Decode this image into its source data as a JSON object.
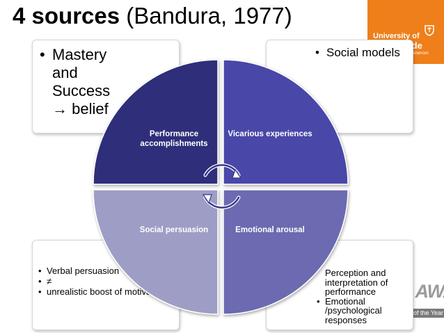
{
  "header": {
    "title_bold": "4 sources",
    "title_rest": " (Bandura, 1977)"
  },
  "logo": {
    "line1": "University of",
    "line2": "Strathclyde",
    "line3": "Humanities & Social Sciences"
  },
  "awards": {
    "line1": "THE AWARDS",
    "line2": "University of the Year"
  },
  "boxes": {
    "top_left": {
      "items": [
        "Mastery and Success → belief"
      ]
    },
    "top_right": {
      "items": [
        "Social models"
      ]
    },
    "bottom_left": {
      "items": [
        "Verbal persuasion",
        "≠",
        "unrealistic boost of motivation"
      ]
    },
    "bottom_right": {
      "text": "Perception and interpretation of performance",
      "items": [
        "Emotional /psychological responses"
      ]
    }
  },
  "quadrants": {
    "top_left": {
      "label": "Performance accomplishments",
      "color": "#2e2d7a"
    },
    "top_right": {
      "label": "Vicarious experiences",
      "color": "#4a47a8"
    },
    "bottom_left": {
      "label": "Social persuasion",
      "color": "#9e9dc6"
    },
    "bottom_right": {
      "label": "Emotional arousal",
      "color": "#6c6bb0"
    }
  },
  "icons": {
    "cycle": "circular-arrows-icon",
    "crest": "crest-icon"
  }
}
